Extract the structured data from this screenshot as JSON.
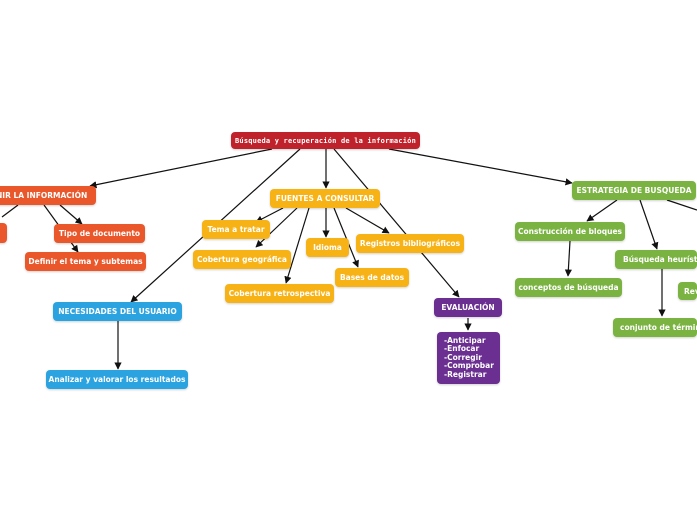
{
  "colors": {
    "root": "#c0222b",
    "orange": "#e9572b",
    "yellow": "#f7b216",
    "blue": "#2aa3e0",
    "purple": "#6a2f91",
    "green": "#7ab342",
    "line": "#111111"
  },
  "nodes": {
    "root": "Búsqueda y recuperación de la información",
    "definir": "DEFINIR LA INFORMACIÓN",
    "tipo_documento": "Tipo de documento",
    "definir_tema": "Definir el tema y subtemas",
    "necesidades": "NECESIDADES DEL USUARIO",
    "analizar": "Analizar y valorar los resultados",
    "fuentes": "FUENTES A CONSULTAR",
    "tema_tratar": "Tema a tratar",
    "cobertura_geografica": "Cobertura geográfica",
    "cobertura_retrospectiva": "Cobertura retrospectiva",
    "idioma": "Idioma",
    "bases_datos": "Bases de datos",
    "registros": "Registros bibliográficos",
    "evaluacion": "EVALUACIÓN",
    "evaluacion_items": [
      "-Anticipar",
      "-Enfocar",
      "-Corregir",
      "-Comprobar",
      "-Registrar"
    ],
    "estrategia": "ESTRATEGIA DE BUSQUEDA",
    "construccion": "Construcción de bloques",
    "conceptos": "conceptos de búsqueda",
    "heuristica": "Búsqueda heurística",
    "rev": "Rev",
    "conjunto": "conjunto de términos"
  }
}
